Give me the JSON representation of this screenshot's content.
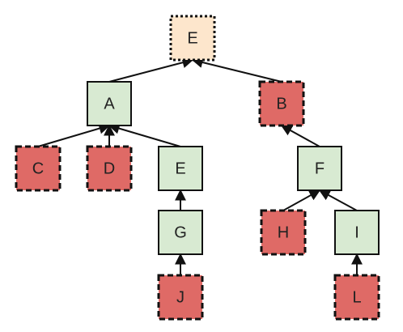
{
  "diagram": {
    "type": "tree",
    "colors": {
      "pending": "#fde6cc",
      "ok": "#d8ead2",
      "fail": "#df6a66",
      "border": "#111111",
      "text": "#222222",
      "edge": "#111111"
    },
    "nodes": [
      {
        "id": "root",
        "label": "E",
        "status": "pending",
        "border": "dotted"
      },
      {
        "id": "a",
        "label": "A",
        "status": "ok",
        "border": "solid"
      },
      {
        "id": "b",
        "label": "B",
        "status": "fail",
        "border": "dashed"
      },
      {
        "id": "c",
        "label": "C",
        "status": "fail",
        "border": "dashed"
      },
      {
        "id": "d",
        "label": "D",
        "status": "fail",
        "border": "dashed"
      },
      {
        "id": "e2",
        "label": "E",
        "status": "ok",
        "border": "solid"
      },
      {
        "id": "g",
        "label": "G",
        "status": "ok",
        "border": "solid"
      },
      {
        "id": "j",
        "label": "J",
        "status": "fail",
        "border": "dashed"
      },
      {
        "id": "f",
        "label": "F",
        "status": "ok",
        "border": "solid"
      },
      {
        "id": "h",
        "label": "H",
        "status": "fail",
        "border": "dashed"
      },
      {
        "id": "i",
        "label": "I",
        "status": "ok",
        "border": "solid"
      },
      {
        "id": "l",
        "label": "L",
        "status": "fail",
        "border": "dashed"
      }
    ],
    "edges": [
      {
        "from": "a",
        "to": "root"
      },
      {
        "from": "b",
        "to": "root"
      },
      {
        "from": "c",
        "to": "a"
      },
      {
        "from": "d",
        "to": "a"
      },
      {
        "from": "e2",
        "to": "a"
      },
      {
        "from": "g",
        "to": "e2"
      },
      {
        "from": "j",
        "to": "g"
      },
      {
        "from": "f",
        "to": "b"
      },
      {
        "from": "h",
        "to": "f"
      },
      {
        "from": "i",
        "to": "f"
      },
      {
        "from": "l",
        "to": "i"
      }
    ]
  }
}
